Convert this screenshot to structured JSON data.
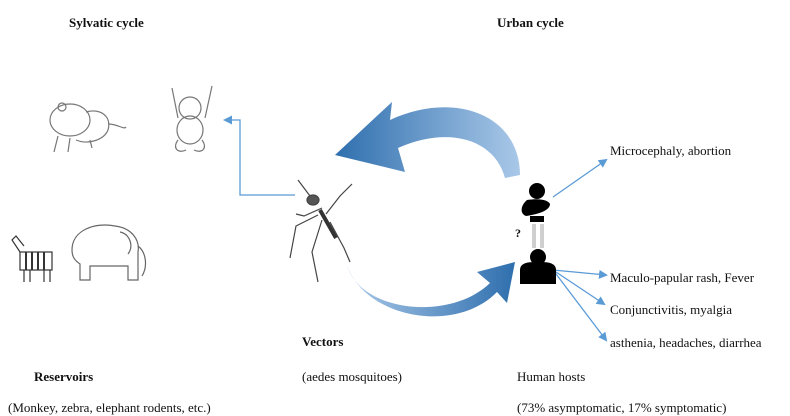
{
  "titles": {
    "sylvatic": "Sylvatic cycle",
    "urban": "Urban cycle"
  },
  "labels": {
    "vectors": "Vectors",
    "vectors_desc": "(aedes mosquitoes)",
    "reservoirs": "Reservoirs",
    "reservoirs_desc": "(Monkey, zebra, elephant rodents, etc.)",
    "human_hosts": "Human hosts",
    "human_hosts_desc": "(73% asymptomatic, 17% symptomatic)",
    "question_mark": "?"
  },
  "outcomes": {
    "maternal": "Microcephaly, abortion",
    "symptom_1": "Maculo-papular rash, Fever",
    "symptom_2": "Conjunctivitis, myalgia",
    "symptom_3": "asthenia, headaches, diarrhea"
  },
  "colors": {
    "arrow_blue": "#5b9bd5",
    "cycle_blue_dark": "#2f6fae",
    "cycle_blue_light": "#a9c8e8"
  },
  "icons": [
    "rodent-icon",
    "monkey-icon",
    "zebra-icon",
    "elephant-icon",
    "mosquito-icon",
    "pregnant-woman-icon",
    "man-icon"
  ]
}
